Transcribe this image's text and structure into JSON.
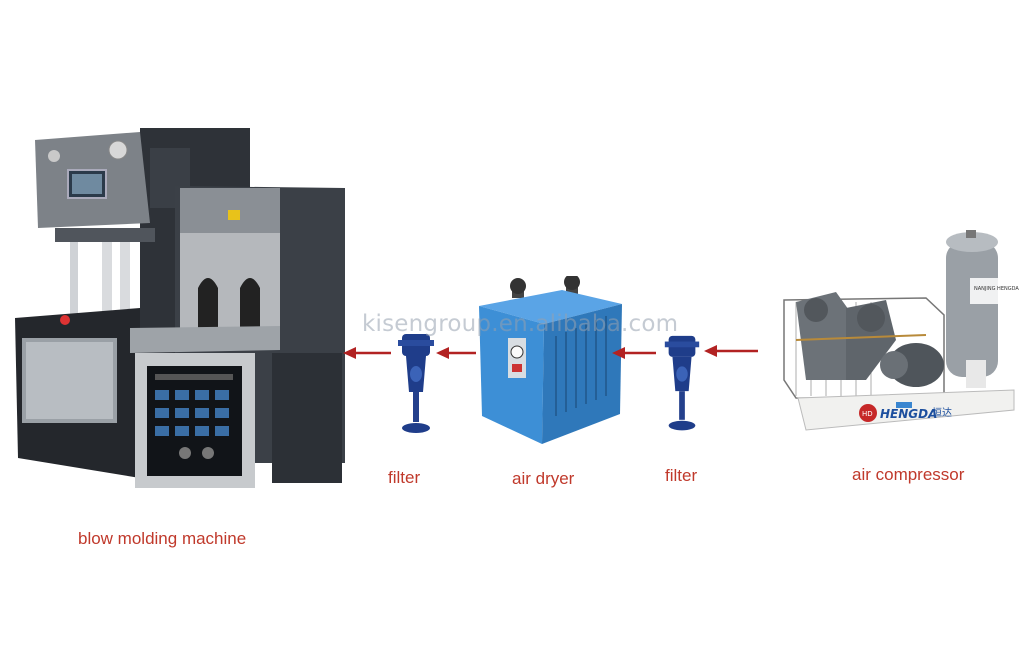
{
  "labels": {
    "blow_molding_machine": "blow molding machine",
    "filter_left": "filter",
    "air_dryer": "air dryer",
    "filter_right": "filter",
    "air_compressor": "air compressor"
  },
  "watermark": "kisengroup.en.alibaba.com",
  "compressor_brand": "HENGDA",
  "compressor_brand_chinese": "恒达",
  "tank_label": "NANJING HENGDA",
  "colors": {
    "label_red": "#c0392b",
    "arrow_red": "#b22222",
    "dryer_blue": "#3d8fd6",
    "filter_blue": "#1f3d8a",
    "machine_grey": "#55595f"
  }
}
